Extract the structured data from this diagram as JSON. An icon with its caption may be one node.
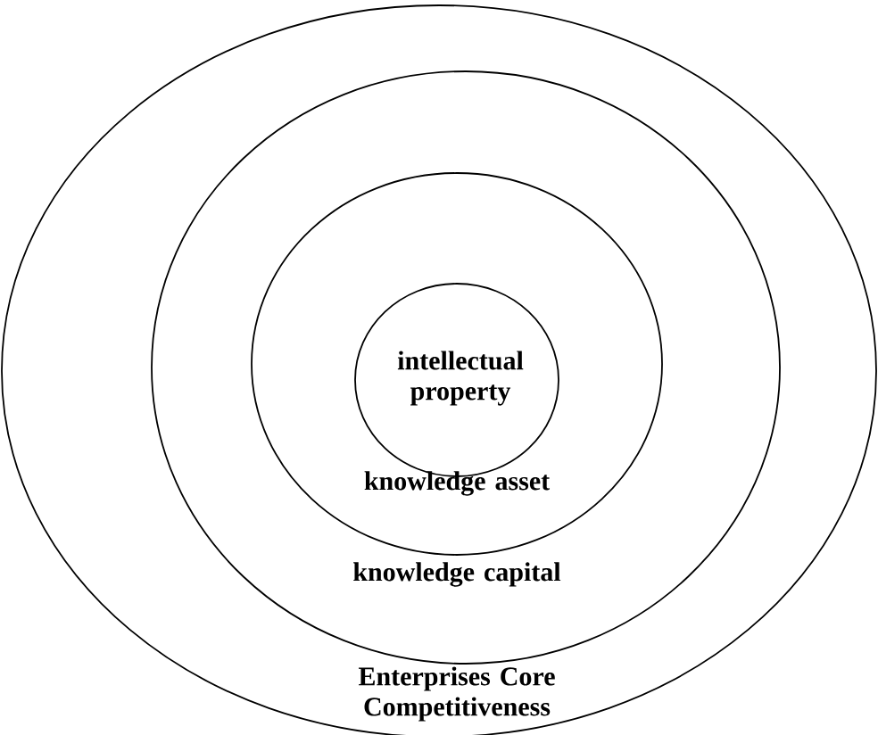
{
  "diagram": {
    "nodes": [
      {
        "text": [
          "Enterprises Core Competitiveness"
        ]
      },
      {
        "text": [
          "knowledge capital"
        ],
        "in": 0
      },
      {
        "text": [
          "knowledge asset"
        ],
        "in": 1
      },
      {
        "text": [
          "intellectual property"
        ],
        "in": 2
      }
    ]
  }
}
